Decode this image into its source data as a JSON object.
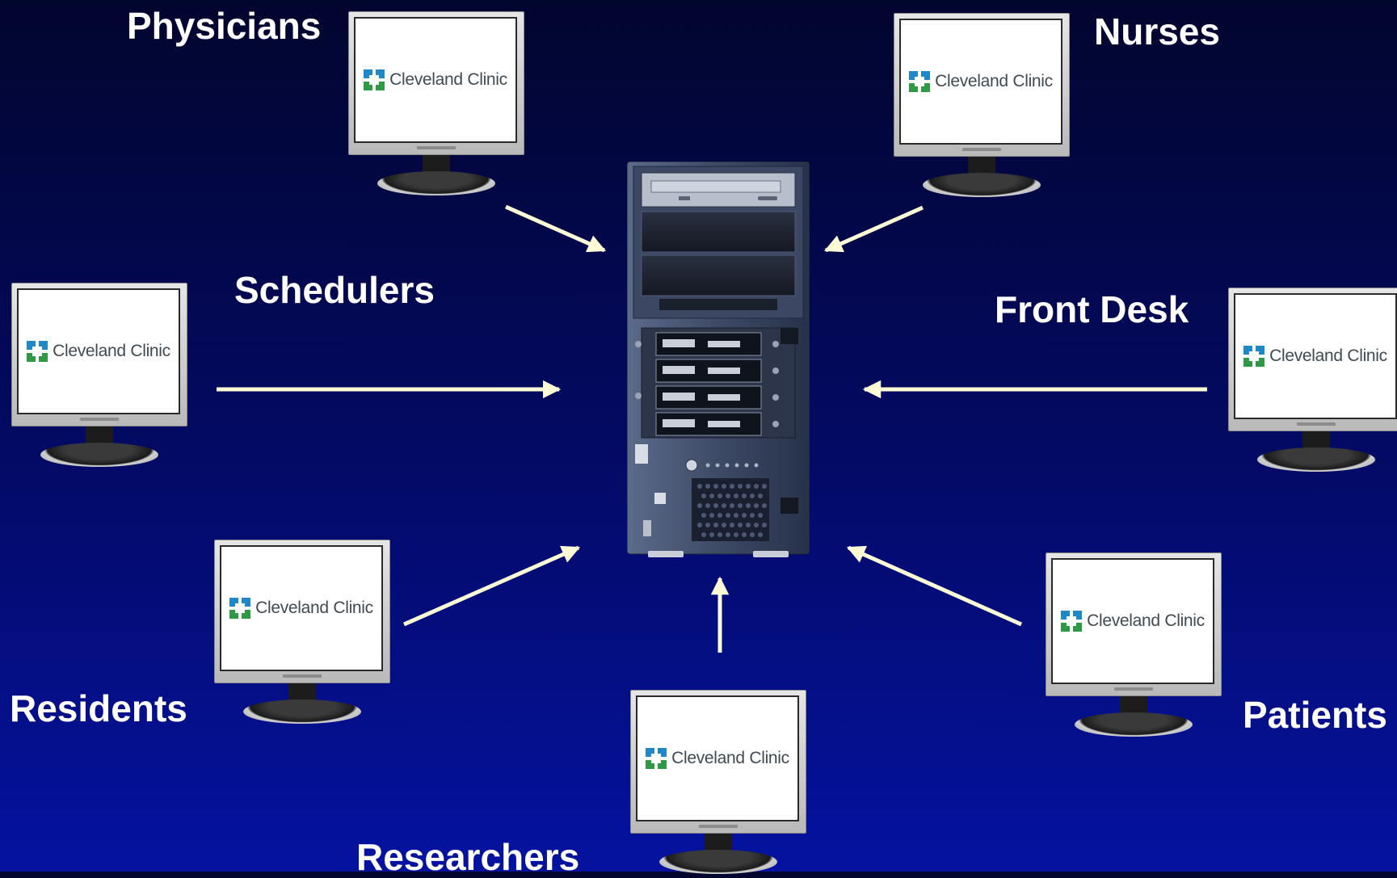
{
  "roles": {
    "physicians": "Physicians",
    "nurses": "Nurses",
    "schedulers": "Schedulers",
    "front_desk": "Front Desk",
    "residents": "Residents",
    "patients": "Patients",
    "researchers": "Researchers"
  },
  "monitor_logo_text": "Cleveland Clinic",
  "colors": {
    "arrow": "#fdfbd6",
    "label": "#ffffff",
    "logo_blue": "#1e88c8",
    "logo_green": "#2e9a45"
  },
  "icons": {
    "monitor": "computer-monitor-icon",
    "server": "server-tower-icon",
    "logo": "cleveland-clinic-logo-icon"
  }
}
